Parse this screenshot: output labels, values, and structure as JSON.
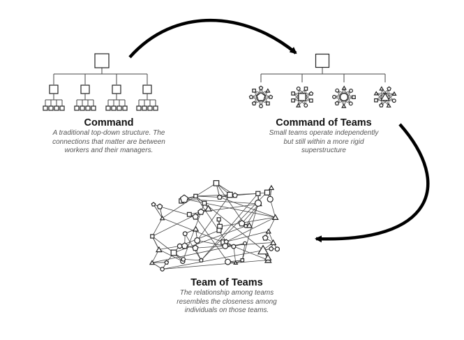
{
  "command": {
    "title": "Command",
    "description": [
      "A traditional top-down structure. The",
      "connections that matter are between",
      "workers and their managers."
    ]
  },
  "command_of_teams": {
    "title": "Command of Teams",
    "description": [
      "Small teams operate independently",
      "but still within a more rigid",
      "superstructure"
    ]
  },
  "team_of_teams": {
    "title": "Team of Teams",
    "description": [
      "The relationship among teams",
      "resembles the closeness among",
      "individuals on those teams."
    ]
  }
}
